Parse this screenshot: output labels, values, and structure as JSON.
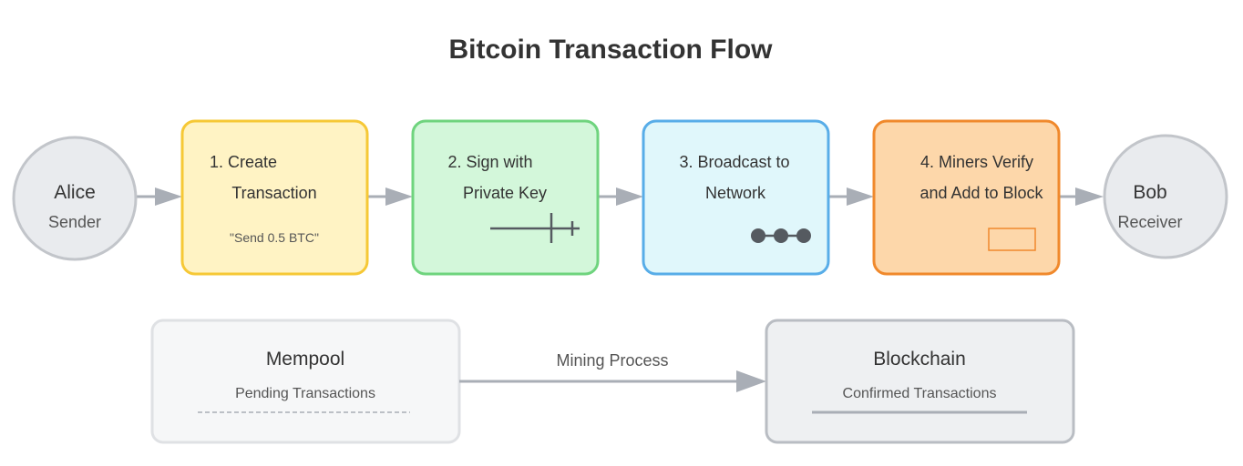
{
  "title": "Bitcoin Transaction Flow",
  "colors": {
    "arrow": "#a9aeb6",
    "title": "#333333",
    "text": "#333333",
    "subtext": "#555555",
    "step1_fill": "#fff3c4",
    "step1_stroke": "#f6c836",
    "step2_fill": "#d3f7da",
    "step2_stroke": "#6fd47e",
    "step3_fill": "#e0f7fb",
    "step3_stroke": "#58ade8",
    "step4_fill": "#fdd7aa",
    "step4_stroke": "#f0892c",
    "node_fill": "#e9ebee",
    "node_stroke": "#c2c5ca",
    "mempool_fill": "#f6f7f8",
    "mempool_stroke": "#dfe1e4",
    "blockchain_fill": "#eef0f2",
    "blockchain_stroke": "#b9bdc3"
  },
  "sender": {
    "name": "Alice",
    "role": "Sender"
  },
  "receiver": {
    "name": "Bob",
    "role": "Receiver"
  },
  "steps": [
    {
      "line1": "1. Create",
      "line2": "Transaction",
      "note": "\"Send 0.5 BTC\"",
      "icon": "message-note"
    },
    {
      "line1": "2. Sign with",
      "line2": "Private Key",
      "icon": "key-icon"
    },
    {
      "line1": "3. Broadcast to",
      "line2": "Network",
      "icon": "network-nodes-icon"
    },
    {
      "line1": "4. Miners Verify",
      "line2": "and Add to Block",
      "icon": "block-icon"
    }
  ],
  "mempool": {
    "title": "Mempool",
    "subtitle": "Pending Transactions"
  },
  "blockchain": {
    "title": "Blockchain",
    "subtitle": "Confirmed Transactions"
  },
  "mining_label": "Mining Process"
}
